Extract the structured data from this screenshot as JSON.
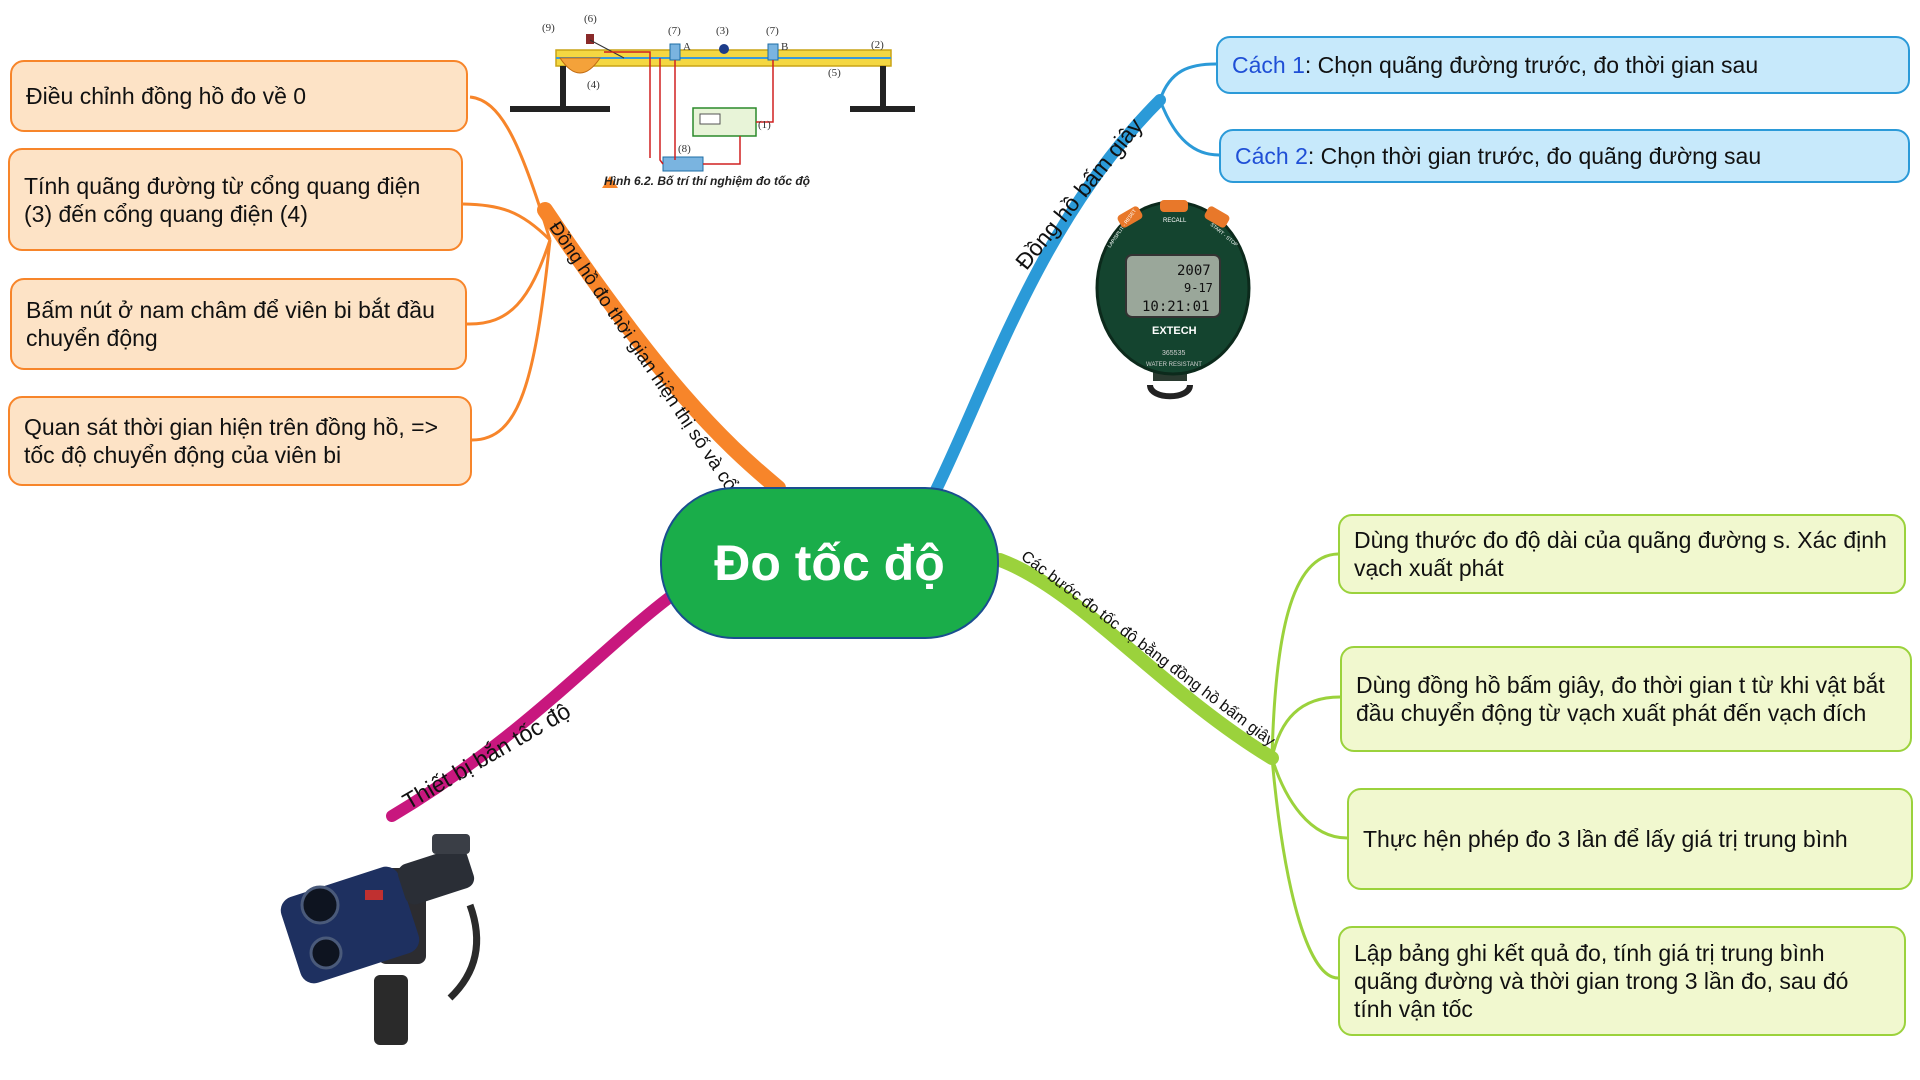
{
  "center": {
    "label": "Đo tốc độ"
  },
  "branches": {
    "digital_clock": {
      "label": "Đồng hồ đo thời gian hiện thị số và cổng",
      "color": "#f7852a",
      "nodes": [
        "Điều chỉnh đồng hồ đo về 0",
        "Tính quãng đường từ cổng quang điện (3) đến cổng quang điện (4)",
        "Bấm nút ở nam châm để viên bi bắt đầu chuyển động",
        "Quan sát thời gian hiện trên đồng hồ, => tốc độ chuyển động của viên bi"
      ]
    },
    "stopwatch": {
      "label": "Đồng hồ bấm giây",
      "color": "#2b9ad8",
      "nodes": [
        {
          "prefix": "Cách 1",
          "text": ": Chọn quãng đường trước, đo thời gian sau"
        },
        {
          "prefix": "Cách 2",
          "text": ": Chọn thời gian trước, đo quãng đường sau"
        }
      ]
    },
    "steps": {
      "label": "Các bước đo tốc độ bằng đồng hồ bấm giây",
      "color": "#9bd23c",
      "nodes": [
        "Dùng thước đo độ dài của quãng đường s. Xác định vạch xuất phát",
        "Dùng đồng hồ bấm giây, đo thời gian t từ khi vật bắt đầu chuyển động từ vạch xuất phát đến vạch đích",
        "Thực hện phép đo 3 lần để lấy giá trị trung bình",
        "Lập bảng ghi kết quả đo, tính giá trị trung bình quãng đường và thời gian trong 3 lần đo, sau đó tính vận tốc"
      ]
    },
    "speed_gun": {
      "label": "Thiết bị bắn tốc độ",
      "color": "#c8177e"
    }
  },
  "experiment_figure": {
    "caption": "Hình 6.2. Bố trí thí nghiệm đo tốc độ",
    "labels": [
      "(9)",
      "(6)",
      "(7)",
      "(3)",
      "(7)",
      "(2)",
      "(4)",
      "(5)",
      "(1)",
      "(8)",
      "A",
      "B"
    ]
  },
  "stopwatch_device": {
    "display": [
      "2007",
      "9-17",
      "10:21:01"
    ],
    "brand": "EXTECH",
    "buttons": [
      "RECALL",
      "LAP/SPLIT - RESET",
      "START - STOP"
    ],
    "model": "365535",
    "caption": "WATER RESISTANT"
  }
}
